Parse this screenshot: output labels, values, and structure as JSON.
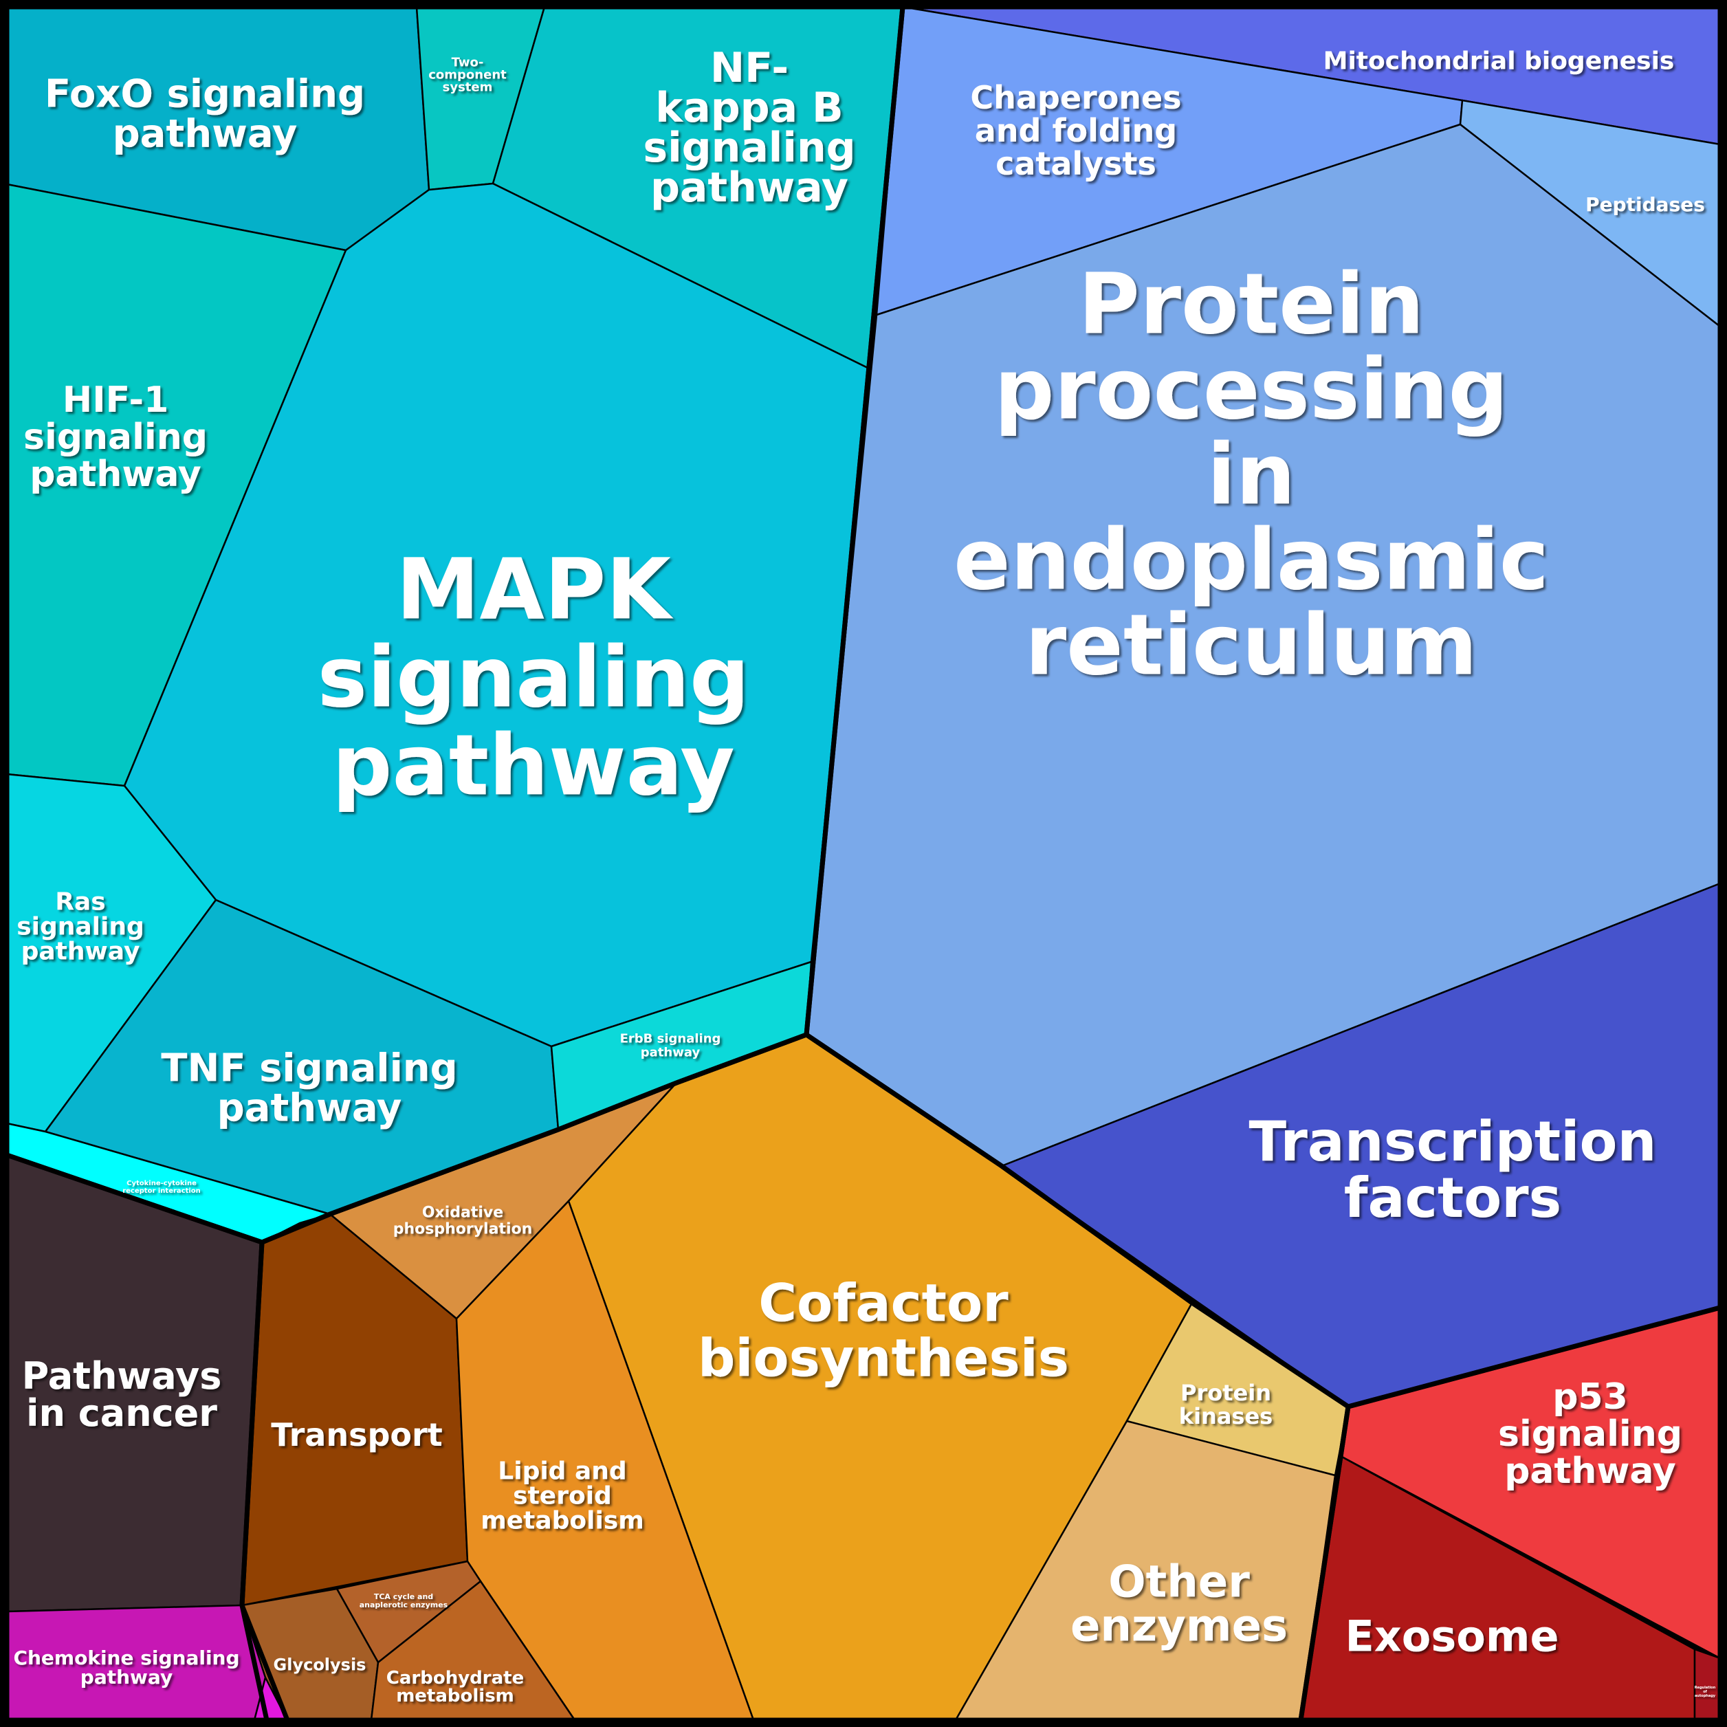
{
  "diagram": {
    "type": "voronoi-treemap",
    "groups": [
      {
        "name": "signaling",
        "cells": [
          {
            "id": "foxo",
            "label": [
              "FoxO signaling",
              "pathway"
            ],
            "color": "#05b0c9"
          },
          {
            "id": "two-component",
            "label": [
              "Two-",
              "component",
              "system"
            ],
            "color": "#08c6c2"
          },
          {
            "id": "nfkb",
            "label": [
              "NF-",
              "kappa B",
              "signaling",
              "pathway"
            ],
            "color": "#07c3c9"
          },
          {
            "id": "hif1",
            "label": [
              "HIF-1",
              "signaling",
              "pathway"
            ],
            "color": "#03c7c3"
          },
          {
            "id": "mapk",
            "label": [
              "MAPK",
              "signaling",
              "pathway"
            ],
            "color": "#07c2dc"
          },
          {
            "id": "ras",
            "label": [
              "Ras",
              "signaling",
              "pathway"
            ],
            "color": "#06d6e2"
          },
          {
            "id": "tnf",
            "label": [
              "TNF signaling",
              "pathway"
            ],
            "color": "#08b4ce"
          },
          {
            "id": "erbb",
            "label": [
              "ErbB signaling",
              "pathway"
            ],
            "color": "#0cd9d9"
          },
          {
            "id": "cytokine",
            "label": [
              "Cytokine-cytokine",
              "receptor interaction"
            ],
            "color": "#00ffff"
          }
        ]
      },
      {
        "name": "protein",
        "cells": [
          {
            "id": "mito",
            "label": [
              "Mitochondrial biogenesis"
            ],
            "color": "#5d6ae9"
          },
          {
            "id": "chaperones",
            "label": [
              "Chaperones",
              "and folding",
              "catalysts"
            ],
            "color": "#729ff8"
          },
          {
            "id": "peptidases",
            "label": [
              "Peptidases"
            ],
            "color": "#7db6f4"
          },
          {
            "id": "protein-er",
            "label": [
              "Protein",
              "processing",
              "in",
              "endoplasmic",
              "reticulum"
            ],
            "color": "#7aa9ea"
          },
          {
            "id": "transcription",
            "label": [
              "Transcription",
              "factors"
            ],
            "color": "#4653cc"
          }
        ]
      },
      {
        "name": "metabolism",
        "cells": [
          {
            "id": "oxphos",
            "label": [
              "Oxidative",
              "phosphorylation"
            ],
            "color": "#da9040"
          },
          {
            "id": "cofactor",
            "label": [
              "Cofactor",
              "biosynthesis"
            ],
            "color": "#eba11b"
          },
          {
            "id": "transport",
            "label": [
              "Transport"
            ],
            "color": "#914102"
          },
          {
            "id": "lipid",
            "label": [
              "Lipid and",
              "steroid",
              "metabolism"
            ],
            "color": "#e98f21"
          },
          {
            "id": "protein-kinases",
            "label": [
              "Protein",
              "kinases"
            ],
            "color": "#e9c86e"
          },
          {
            "id": "other-enzymes",
            "label": [
              "Other",
              "enzymes"
            ],
            "color": "#e5b46e"
          },
          {
            "id": "tca",
            "label": [
              "TCA cycle and",
              "anaplerotic enzymes"
            ],
            "color": "#b4622a"
          },
          {
            "id": "glycolysis",
            "label": [
              "Glycolysis"
            ],
            "color": "#a55e26"
          },
          {
            "id": "carbohydrate",
            "label": [
              "Carbohydrate",
              "metabolism"
            ],
            "color": "#bc6522"
          }
        ]
      },
      {
        "name": "cancer",
        "cells": [
          {
            "id": "cancer",
            "label": [
              "Pathways",
              "in cancer"
            ],
            "color": "#3c2c32"
          },
          {
            "id": "chemokine",
            "label": [
              "Chemokine signaling",
              "pathway"
            ],
            "color": "#c717b4"
          },
          {
            "id": "chemokine-small",
            "label": [],
            "color": "#e318df"
          }
        ]
      },
      {
        "name": "p53",
        "cells": [
          {
            "id": "p53",
            "label": [
              "p53",
              "signaling",
              "pathway"
            ],
            "color": "#ef3b3f"
          },
          {
            "id": "exosome",
            "label": [
              "Exosome"
            ],
            "color": "#b01818"
          },
          {
            "id": "autophagy",
            "label": [
              "Regulation",
              "of",
              "autophagy"
            ],
            "color": "#a8141e"
          }
        ]
      }
    ]
  }
}
